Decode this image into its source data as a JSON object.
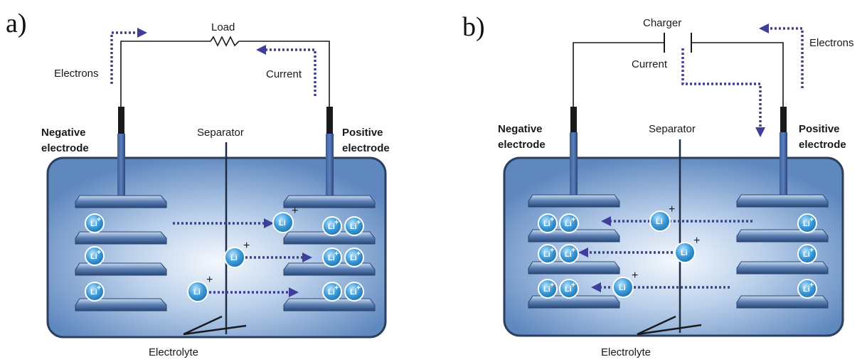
{
  "panels": [
    {
      "letter": "a)",
      "device_label": "Load",
      "electrons_label": "Electrons",
      "current_label": "Current",
      "negative_label": [
        "Negative",
        "electrode"
      ],
      "positive_label": [
        "Positive",
        "electrode"
      ],
      "separator_label": "Separator",
      "electrolyte_label": "Electrolyte"
    },
    {
      "letter": "b)",
      "device_label": "Charger",
      "electrons_label": "Electrons",
      "current_label": "Current",
      "negative_label": [
        "Negative",
        "electrode"
      ],
      "positive_label": [
        "Positive",
        "electrode"
      ],
      "separator_label": "Separator",
      "electrolyte_label": "Electrolyte"
    }
  ],
  "ion": {
    "symbol": "Li",
    "charge": "+"
  },
  "colors": {
    "cell_fill": "#6f97c9",
    "cell_border": "#2b3f5e",
    "plate": "#2f4f86",
    "arrow": "#3f3f9a",
    "ion_fill": "#2f8ed0"
  }
}
